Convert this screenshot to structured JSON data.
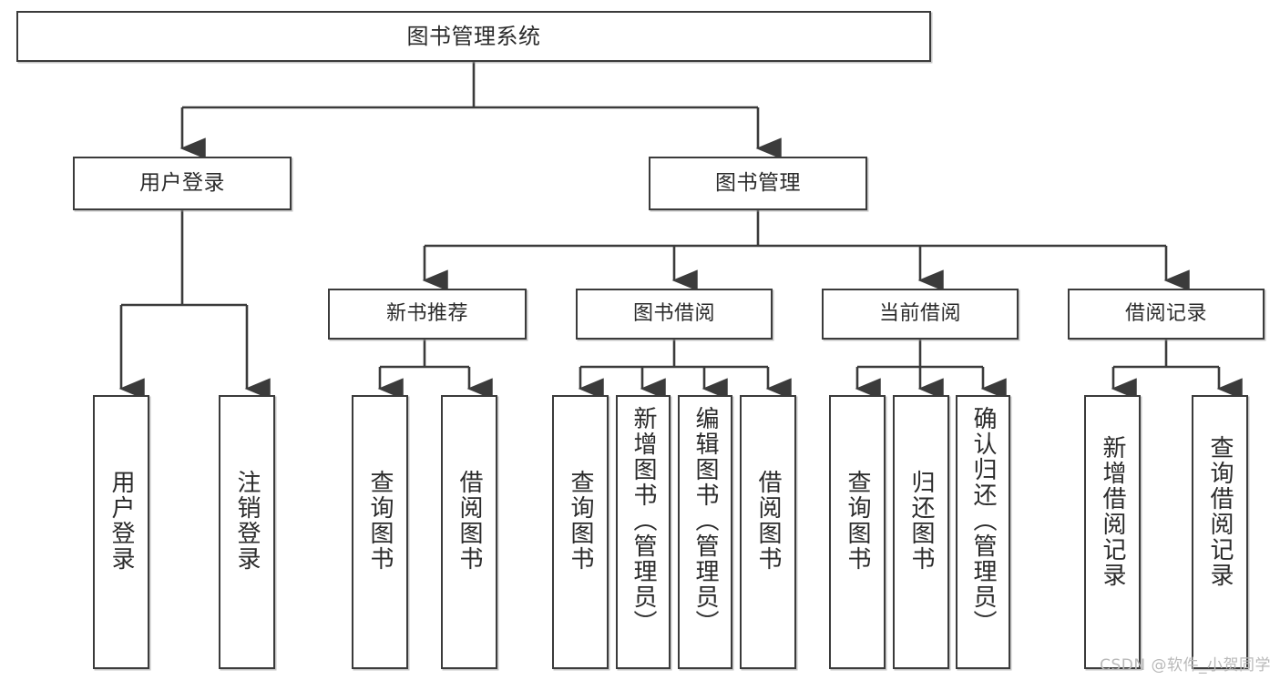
{
  "diagram": {
    "title": "图书管理系统",
    "type": "tree-hierarchy-chart",
    "orientation": "top-down",
    "line_color": "#3b3b3b",
    "box_fill": "#ffffff",
    "text_color": "#2b2b2b"
  },
  "root": {
    "label": "图书管理系统"
  },
  "level2": [
    {
      "label": "用户登录"
    },
    {
      "label": "图书管理"
    }
  ],
  "level3": [
    {
      "label": "新书推荐"
    },
    {
      "label": "图书借阅"
    },
    {
      "label": "当前借阅"
    },
    {
      "label": "借阅记录"
    }
  ],
  "leaves": {
    "user_login": [
      {
        "label": "用户登录"
      },
      {
        "label": "注销登录"
      }
    ],
    "new_book_recommend": [
      {
        "label": "查询图书"
      },
      {
        "label": "借阅图书"
      }
    ],
    "book_borrow": [
      {
        "label": "查询图书"
      },
      {
        "label": "新增图书（管理员）"
      },
      {
        "label": "编辑图书（管理员）"
      },
      {
        "label": "借阅图书"
      }
    ],
    "current_borrow": [
      {
        "label": "查询图书"
      },
      {
        "label": "归还图书"
      },
      {
        "label": "确认归还（管理员）"
      }
    ],
    "borrow_record": [
      {
        "label": "新增借阅记录"
      },
      {
        "label": "查询借阅记录"
      }
    ]
  },
  "watermark": {
    "text": "CSDN @软件_小贺同学"
  }
}
